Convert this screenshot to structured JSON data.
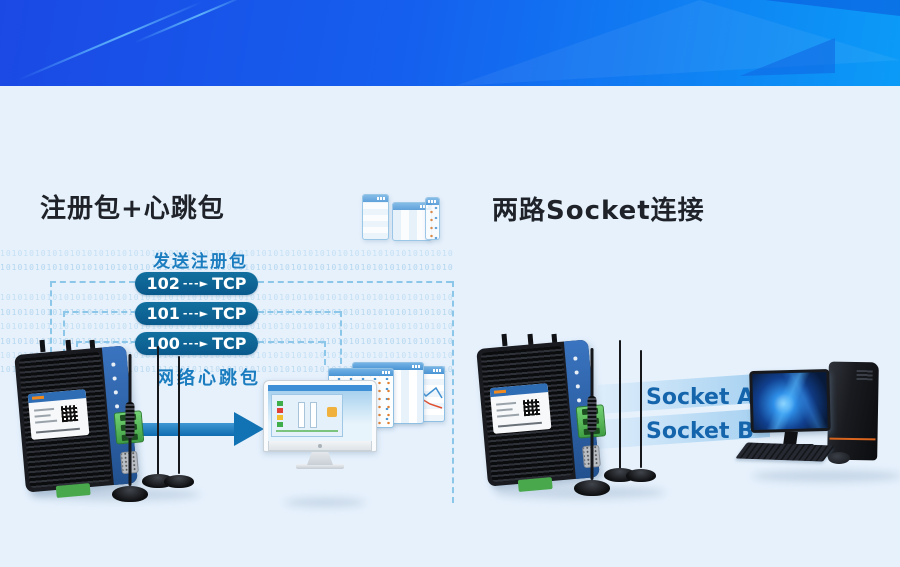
{
  "colors": {
    "banner_left": "#1b49e4",
    "banner_right": "#0b9bf7",
    "page_bg": "#e6f1fc",
    "pill_bg": "#0d6396",
    "label_blue": "#1b7dbf",
    "socket_text": "#1565ad",
    "dash_blue": "#8cc6e8",
    "arrow_blue": "#1173b4"
  },
  "left_section": {
    "title": "注册包+心跳包",
    "send_packet_label": "发送注册包",
    "heartbeat_label": "网络心跳包",
    "packets": [
      {
        "num": "102",
        "arrow": "---►",
        "target": "TCP"
      },
      {
        "num": "101",
        "arrow": "---►",
        "target": "TCP"
      },
      {
        "num": "100",
        "arrow": "---►",
        "target": "TCP"
      }
    ],
    "binary_row": "1010101010101010101010101010101010101010101010101010101010101010101010101010101010101010101010101010101010101010"
  },
  "right_section": {
    "title": "两路Socket连接",
    "sockets": [
      {
        "label": "Socket A"
      },
      {
        "label": "Socket B"
      }
    ]
  }
}
